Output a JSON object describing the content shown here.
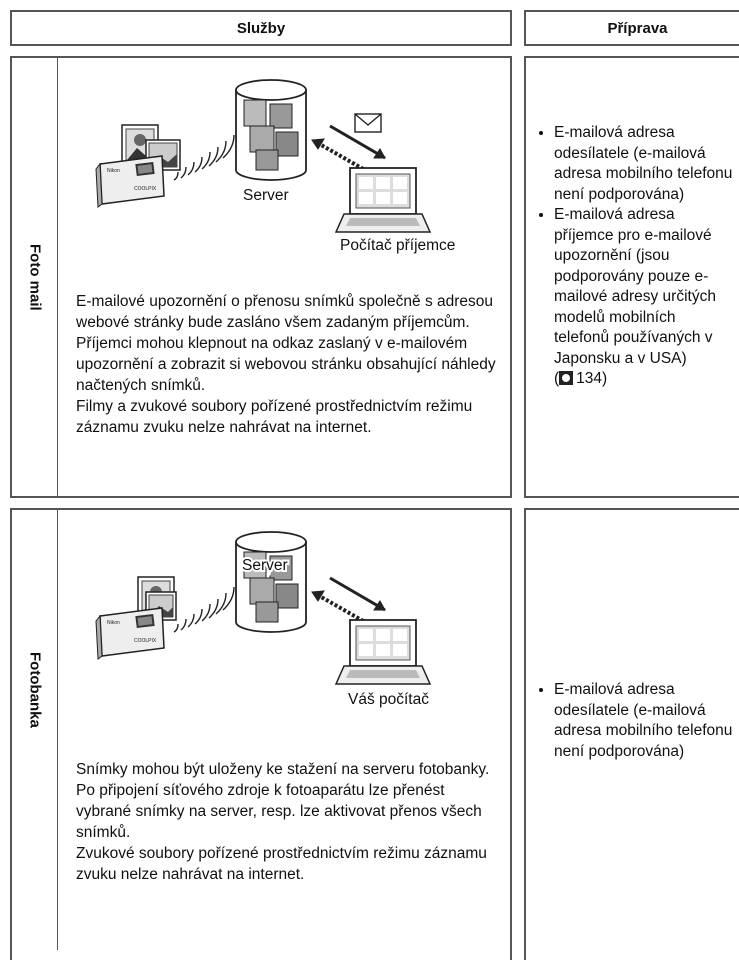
{
  "header": {
    "services": "Služby",
    "preparation": "Příprava"
  },
  "foto_mail": {
    "label": "Foto mail",
    "server": "Server",
    "computer": "Počítač příjemce",
    "camera_brand": "Nikon",
    "camera_model": "COOLPIX",
    "paragraphs": [
      "E-mailové upozornění o přenosu snímků společně s adresou webové stránky bude zasláno všem zadaným příjemcům. Příjemci mohou klepnout na odkaz zaslaný v e-mailovém upozornění a zobrazit si webovou stránku obsahující náhledy načtených snímků.",
      "Filmy a zvukové soubory pořízené prostřednictvím režimu záznamu zvuku nelze nahrávat na internet."
    ],
    "prep_items": [
      "E-mailová adresa odesílatele (e-mailová adresa mobilního telefonu není podporována)",
      "E-mailová adresa příjemce pro e-mailové upozornění (jsou podporovány pouze e-mailové adresy určitých modelů mobilních telefonů používaných v Japonsku a v USA)"
    ],
    "prep_ref_open": "(",
    "prep_ref_page": "134)",
    "prep_ref_icon": "reference-icon"
  },
  "fotobanka": {
    "label": "Fotobanka",
    "server": "Server",
    "computer": "Váš počítač",
    "camera_brand": "Nikon",
    "camera_model": "COOLPIX",
    "paragraphs": [
      "Snímky mohou být uloženy ke stažení na serveru fotobanky.",
      "Po připojení síťového zdroje k fotoaparátu lze přenést vybrané snímky na server, resp. lze aktivovat přenos všech snímků.",
      "Zvukové soubory pořízené prostřednictvím režimu záznamu zvuku nelze nahrávat na internet."
    ],
    "prep_items": [
      "E-mailová adresa odesílatele (e-mailová adresa mobilního telefonu není podporována)"
    ]
  }
}
